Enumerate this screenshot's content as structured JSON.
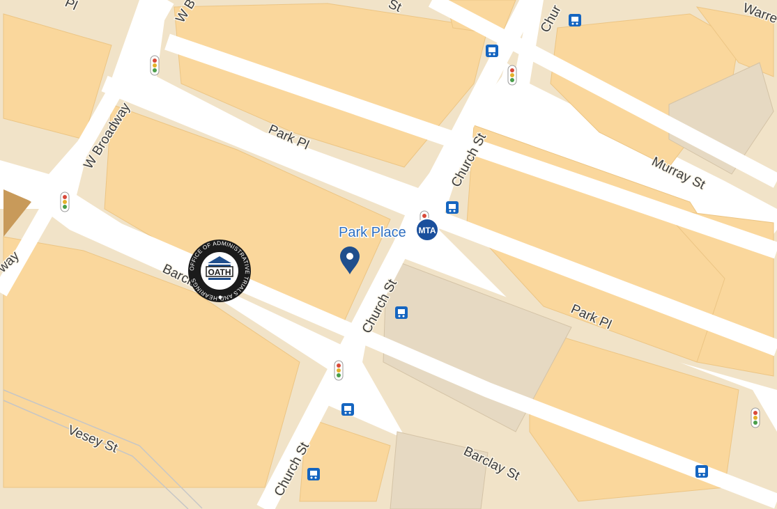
{
  "map": {
    "streets": [
      {
        "id": "park-pl-west",
        "label": "Park Pl"
      },
      {
        "id": "park-pl-east",
        "label": "Park Pl"
      },
      {
        "id": "murray-st",
        "label": "Murray St"
      },
      {
        "id": "church-st-north",
        "label": "Church St"
      },
      {
        "id": "church-st-mid",
        "label": "Church St"
      },
      {
        "id": "church-st-south",
        "label": "Church St"
      },
      {
        "id": "barclay-st-west",
        "label": "Barclay St"
      },
      {
        "id": "barclay-st-east",
        "label": "Barclay St"
      },
      {
        "id": "w-broadway",
        "label": "W Broadway"
      },
      {
        "id": "vesey-st",
        "label": "Vesey St"
      },
      {
        "id": "warren-st",
        "label": "Warre"
      },
      {
        "id": "church-top",
        "label": "Chur"
      },
      {
        "id": "w-b-top",
        "label": "W B"
      },
      {
        "id": "pl-top",
        "label": "Pl"
      },
      {
        "id": "st-top",
        "label": "St"
      },
      {
        "id": "way-left",
        "label": "way"
      }
    ],
    "station": {
      "label": "Park Place",
      "badge": "MTA"
    },
    "oath_logo": {
      "center_text": "OATH",
      "ring_text": "OFFICE OF ADMINISTRATIVE TRIALS AND HEARINGS"
    },
    "colors": {
      "road": "#ffffff",
      "block": "#f1e3c8",
      "building": "#fad79c",
      "building_gray": "#e6d9c2",
      "pin": "#1f4e8c",
      "transit": "#1565c0"
    }
  }
}
